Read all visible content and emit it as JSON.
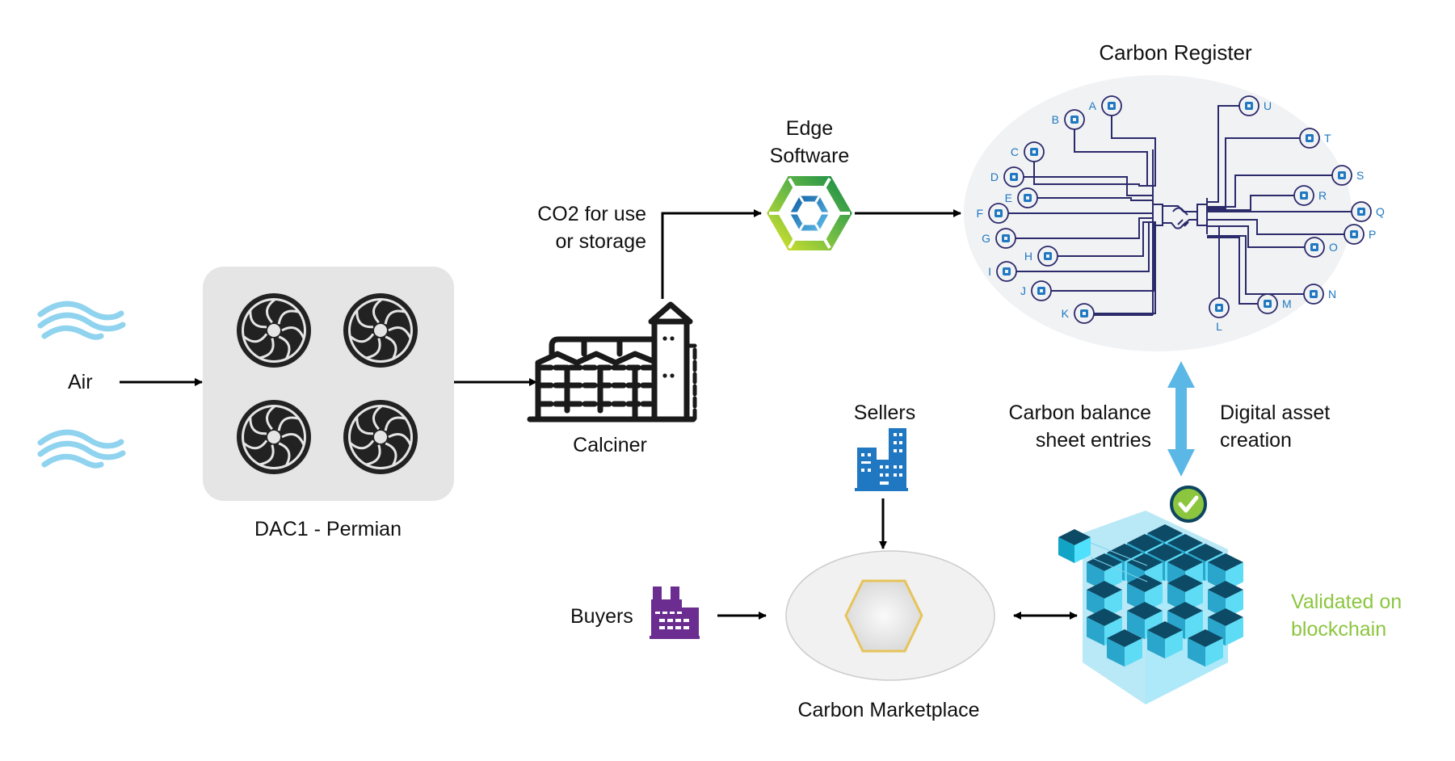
{
  "diagram": {
    "air": {
      "label": "Air"
    },
    "dac": {
      "label": "DAC1 - Permian",
      "fan_count": 4
    },
    "calciner": {
      "label": "Calciner"
    },
    "co2_flow": {
      "line1": "CO2 for use",
      "line2": "or storage"
    },
    "edge_software": {
      "line1": "Edge",
      "line2": "Software"
    },
    "carbon_register": {
      "title": "Carbon Register",
      "left_nodes": [
        {
          "letter": "A",
          "icon": "farmer-icon"
        },
        {
          "letter": "B",
          "icon": "worker-icon"
        },
        {
          "letter": "C",
          "icon": "robot-arm-icon"
        },
        {
          "letter": "D",
          "icon": "lightbulb-icon"
        },
        {
          "letter": "E",
          "icon": "truck-icon"
        },
        {
          "letter": "F",
          "icon": "crane-icon"
        },
        {
          "letter": "G",
          "icon": "car-service-icon"
        },
        {
          "letter": "H",
          "icon": "city-car-icon"
        },
        {
          "letter": "I",
          "icon": "food-icon"
        },
        {
          "letter": "J",
          "icon": "communication-icon"
        },
        {
          "letter": "K",
          "icon": "money-icon"
        }
      ],
      "right_nodes": [
        {
          "letter": "U",
          "icon": "org-chart-icon"
        },
        {
          "letter": "T",
          "icon": "team-icon"
        },
        {
          "letter": "S",
          "icon": "gears-icon"
        },
        {
          "letter": "R",
          "icon": "settings-music-icon"
        },
        {
          "letter": "Q",
          "icon": "building-icon"
        },
        {
          "letter": "P",
          "icon": "presentation-icon"
        },
        {
          "letter": "O",
          "icon": "shield-gear-icon"
        },
        {
          "letter": "N",
          "icon": "shield-user-icon"
        },
        {
          "letter": "M",
          "icon": "scientist-icon"
        },
        {
          "letter": "L",
          "icon": "office-building-icon"
        }
      ],
      "center_icon": "handshake-icon"
    },
    "carbon_balance": {
      "line1": "Carbon balance",
      "line2": "sheet entries"
    },
    "digital_asset": {
      "line1": "Digital asset",
      "line2": "creation"
    },
    "sellers": {
      "label": "Sellers"
    },
    "buyers": {
      "label": "Buyers"
    },
    "marketplace": {
      "label": "Carbon Marketplace"
    },
    "blockchain": {
      "line1": "Validated on",
      "line2": "blockchain"
    },
    "colors": {
      "node_blue": "#1f78c1",
      "line_navy": "#2b2a6b",
      "register_bg": "#f1f2f4",
      "arrow_light_blue": "#5bb8e6",
      "validated_green": "#8cc63f",
      "buyers_purple": "#6b2d8f",
      "sellers_blue": "#1f78c1",
      "gold": "#e6c45a"
    }
  }
}
